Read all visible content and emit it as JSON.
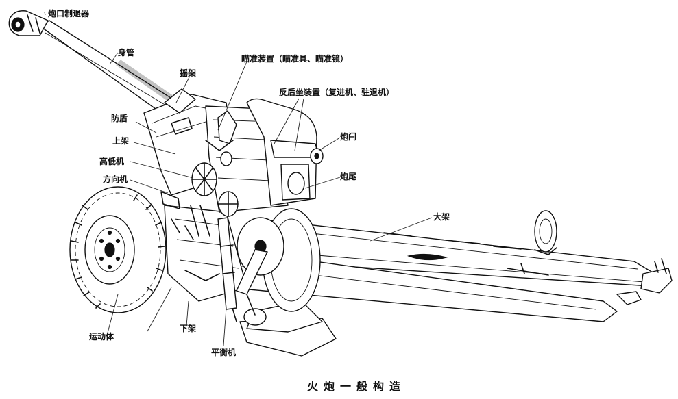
{
  "caption": "火炮一般构造",
  "labels": {
    "muzzle_brake": "炮口制退器",
    "barrel": "身管",
    "cradle": "摇架",
    "sight": "瞄准装置（瞄准具、瞄准镜）",
    "recoil": "反后坐装置（复进机、驻退机）",
    "breech_block": "炮闩",
    "breech": "炮尾",
    "shield": "防盾",
    "upper_carriage": "上架",
    "elevating": "高低机",
    "traversing": "方向机",
    "trail": "大架",
    "running_gear": "运动体",
    "lower_carriage": "下架",
    "equilibrator": "平衡机"
  }
}
